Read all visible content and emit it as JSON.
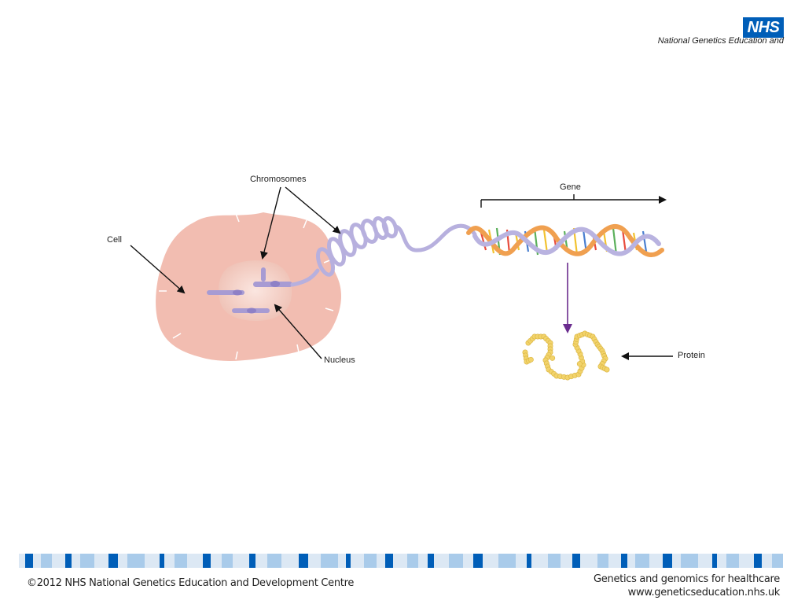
{
  "header": {
    "logo_text": "NHS",
    "org_name": "National Genetics Education and"
  },
  "labels": {
    "cell": "Cell",
    "chromosomes": "Chromosomes",
    "nucleus": "Nucleus",
    "gene": "Gene",
    "protein": "Protein"
  },
  "footer": {
    "copyright": "©2012 NHS National Genetics Education and Development Centre",
    "tagline": "Genetics and genomics for healthcare",
    "website": "www.geneticseducation.nhs.uk"
  },
  "colors": {
    "nhs_blue": "#005EB8",
    "cell": "#F2BDB1",
    "nucleus": "#F5CFC6",
    "chromosome": "#A79BD3",
    "dna_orange": "#F0A050",
    "protein": "#F2D36B",
    "arrow_purple": "#6A2C8E"
  }
}
